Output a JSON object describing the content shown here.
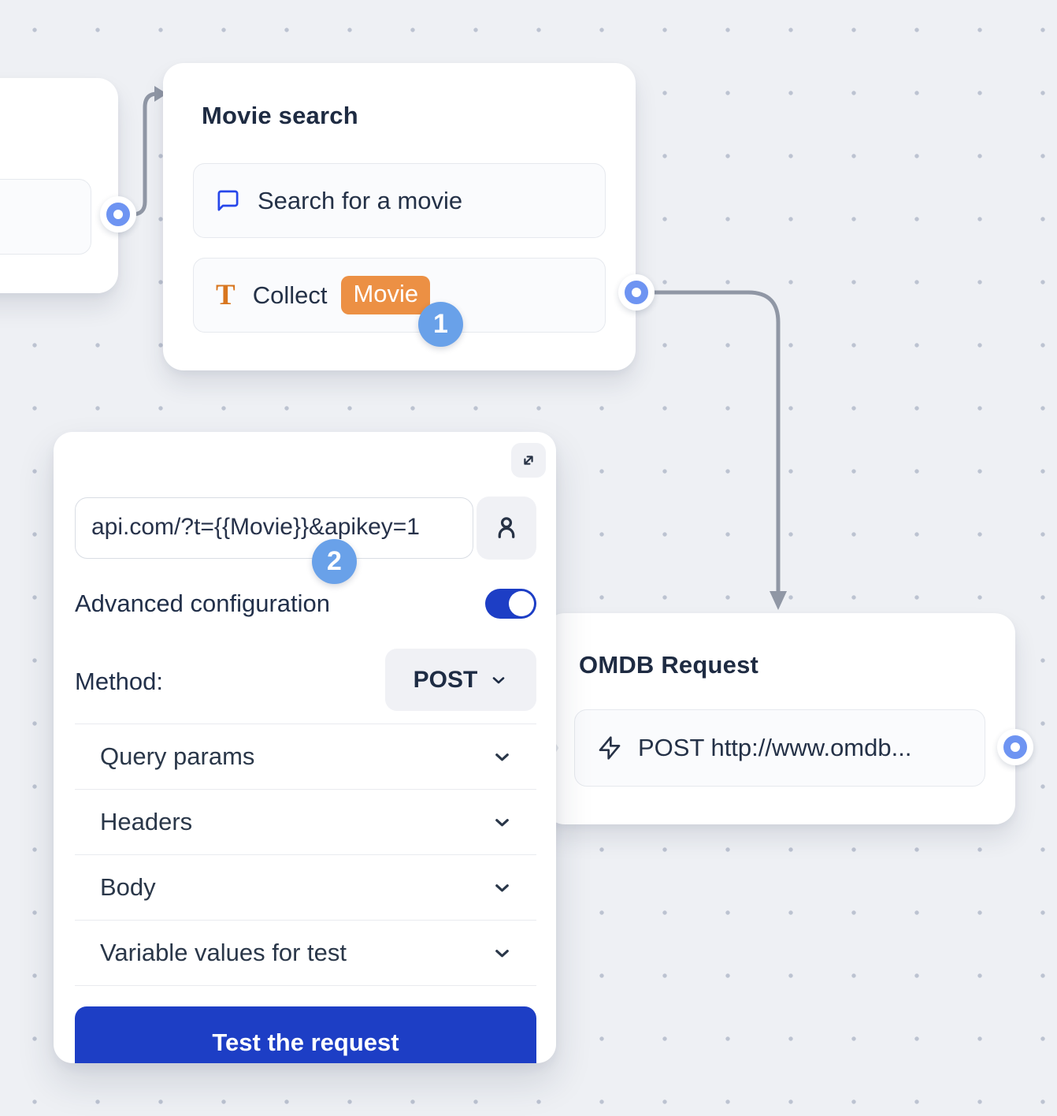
{
  "canvas": {
    "background": "#eef0f4",
    "dot_color": "#bcc3d1",
    "connector_color": "#9097a5",
    "port_color": "#6e94f2",
    "badge_color": "#69a1e9",
    "accent_blue": "#1d3ec5",
    "chip_orange": "#ec9044"
  },
  "nodes": {
    "movie_search": {
      "title": "Movie search",
      "items": {
        "search": {
          "icon": "chat-bubble-icon",
          "label": "Search for a movie"
        },
        "collect": {
          "icon": "text-icon",
          "label": "Collect",
          "variable_chip": "Movie"
        }
      },
      "step_badge": "1"
    },
    "omdb_request": {
      "title": "OMDB Request",
      "items": {
        "webhook": {
          "icon": "lightning-icon",
          "label": "POST http://www.omdb..."
        }
      }
    }
  },
  "panel": {
    "url_value": "api.com/?t={{Movie}}&apikey=1",
    "step_badge": "2",
    "advanced": {
      "label": "Advanced configuration",
      "state": "on"
    },
    "method": {
      "label": "Method:",
      "value": "POST"
    },
    "sections": [
      "Query params",
      "Headers",
      "Body",
      "Variable values for test"
    ],
    "test_button_label": "Test the request"
  }
}
